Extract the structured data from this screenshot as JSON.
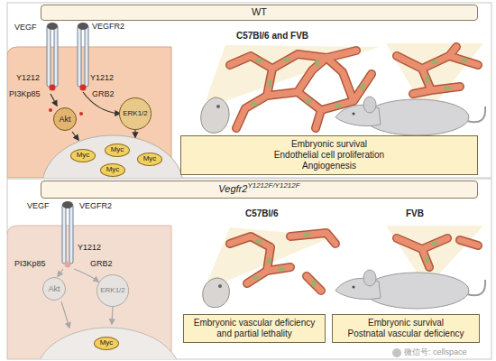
{
  "diagram": {
    "nodes": [
      {
        "text": [
          "WT"
        ]
      },
      {
        "text": [
          "Akt"
        ]
      },
      {
        "text": [
          "ERK1/2"
        ]
      },
      {
        "text": [
          "Myc"
        ]
      },
      {
        "text": [
          "Myc"
        ]
      },
      {
        "text": [
          "Myc"
        ]
      },
      {
        "text": [
          "Myc"
        ]
      },
      {
        "text": [
          "Embryonic survival",
          "Endothelial cell proliferation",
          "Angiogenesis"
        ]
      },
      {
        "text": [
          "Vegfr2",
          "Y1212F/Y1212F"
        ]
      },
      {
        "text": [
          "Akt"
        ]
      },
      {
        "text": [
          "ERK1/2"
        ]
      },
      {
        "text": [
          "Myc"
        ]
      },
      {
        "text": [
          "Embryonic vascular deficiency and partial lethality"
        ]
      },
      {
        "text": [
          "Embryonic survival",
          "Postnatal vascular deficiency"
        ]
      }
    ],
    "labels": [
      "VEGF",
      "VEGFR2",
      "Y1212",
      "Y1212",
      "PI3Kp85",
      "GRB2",
      "C57Bl/6 and FVB",
      "VEGF",
      "VEGFR2",
      "Y1212",
      "PI3Kp85",
      "GRB2",
      "C57Bl/6",
      "FVB",
      "微信号: cellspace"
    ]
  }
}
